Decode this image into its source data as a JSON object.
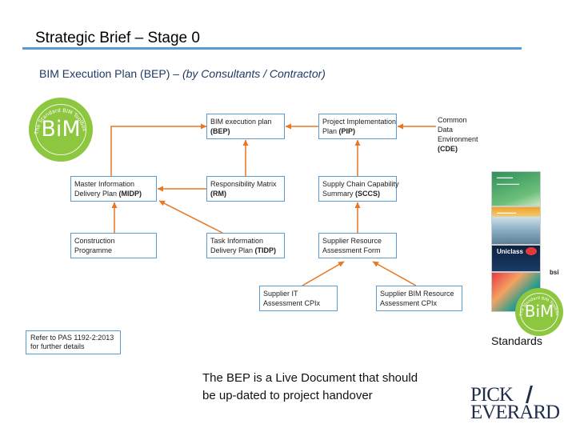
{
  "slide": {
    "title": "Strategic Brief – Stage 0",
    "subtitle_plain": "BIM Execution Plan (BEP) – ",
    "subtitle_italic": "(by Consultants / Contractor)"
  },
  "diagram": {
    "bep": {
      "line1": "BIM execution plan",
      "line2": "(BEP)"
    },
    "pip": {
      "line1": "Project Implementation",
      "line2_plain": "Plan ",
      "line2_bold": "(PIP)"
    },
    "cde": {
      "line1": "Common",
      "line2": "Data",
      "line3": "Environment",
      "line4": "(CDE)"
    },
    "midp": {
      "line1": "Master Information",
      "line2_plain": "Delivery Plan ",
      "line2_bold": "(MIDP)"
    },
    "rm": {
      "line1": "Responsibility Matrix",
      "line2": "(RM)"
    },
    "sccs": {
      "line1": "Supply Chain Capability",
      "line2_plain": "Summary ",
      "line2_bold": "(SCCS)"
    },
    "construction": {
      "line1": "Construction",
      "line2": "Programme"
    },
    "tidp": {
      "line1": "Task Information",
      "line2_plain": "Delivery Plan ",
      "line2_bold": "(TIDP)"
    },
    "sraf": {
      "line1": "Supplier Resource",
      "line2": "Assessment Form"
    },
    "it_cpix": {
      "line1": "Supplier IT",
      "line2": "Assessment CPIx"
    },
    "bim_cpix": {
      "line1": "Supplier BIM Resource",
      "line2": "Assessment CPIx"
    },
    "arrow_color": "#e87722",
    "box_border_color": "#5b9bd5"
  },
  "logos": {
    "bim_ring_text": "The Standard BIM Toolbox",
    "bim_word": "BiM",
    "bim_color": "#8dc63f",
    "uniclass_label": "Uniclass",
    "bsi_label": "bsi",
    "pick_everard_line1": "PICK",
    "pick_everard_line2": "EVERARD"
  },
  "note": {
    "line1": "Refer to PAS 1192-2:2013",
    "line2": "for further details"
  },
  "standards_label": "Standards",
  "live_note": {
    "line1": "The BEP is a Live Document that should",
    "line2": "be up-dated to project handover"
  }
}
